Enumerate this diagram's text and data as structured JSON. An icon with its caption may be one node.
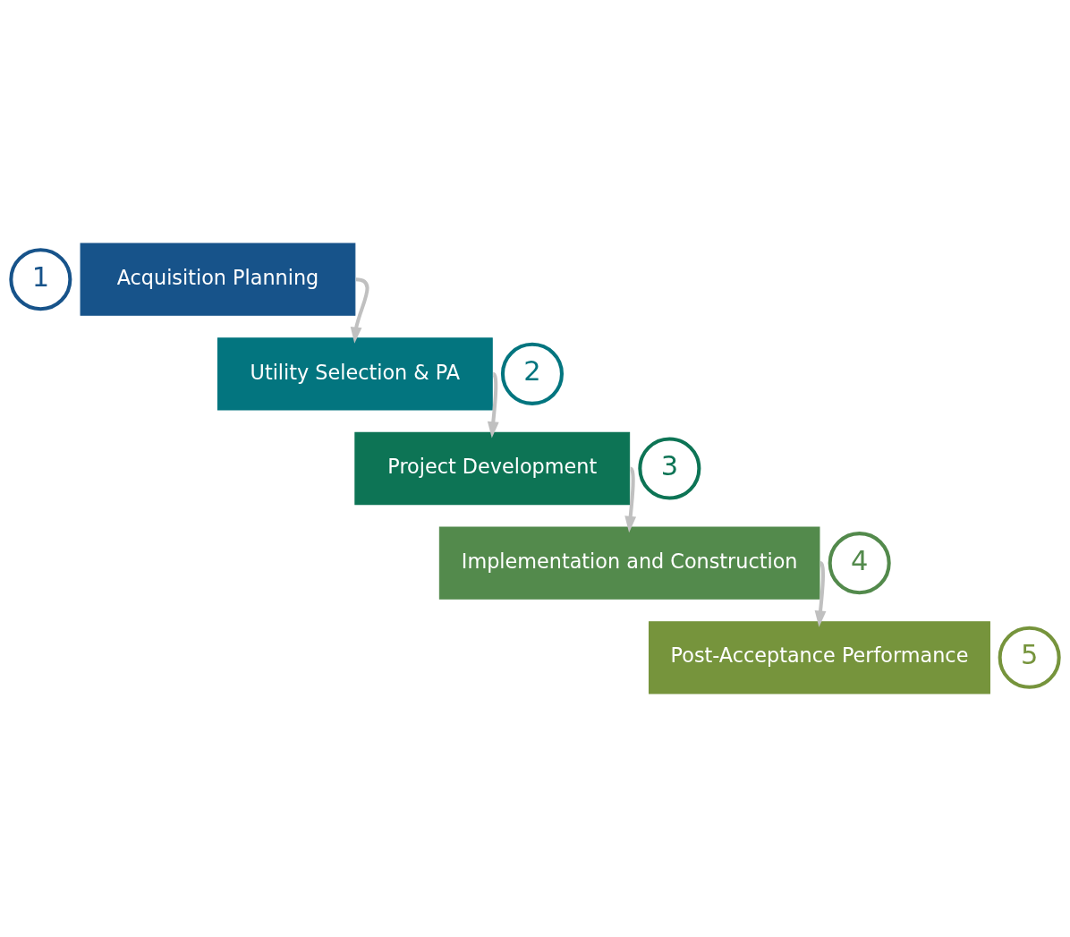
{
  "diagram": {
    "nodes": [
      {
        "text": [
          "1"
        ]
      },
      {
        "text": [
          "Acquisition Planning"
        ]
      },
      {
        "text": [
          "2"
        ]
      },
      {
        "text": [
          "Utility Selection & PA"
        ]
      },
      {
        "text": [
          "3"
        ]
      },
      {
        "text": [
          "Project Development"
        ]
      },
      {
        "text": [
          "4"
        ]
      },
      {
        "text": [
          "Implementation and Construction"
        ]
      },
      {
        "text": [
          "5"
        ]
      },
      {
        "text": [
          "Post-Acceptance Performance"
        ]
      }
    ],
    "edges": [
      {
        "from": 1,
        "to": 3,
        "arrow": "to"
      },
      {
        "from": 3,
        "to": 5,
        "arrow": "to"
      },
      {
        "from": 5,
        "to": 7,
        "arrow": "to"
      },
      {
        "from": 7,
        "to": 9,
        "arrow": "to"
      }
    ]
  }
}
